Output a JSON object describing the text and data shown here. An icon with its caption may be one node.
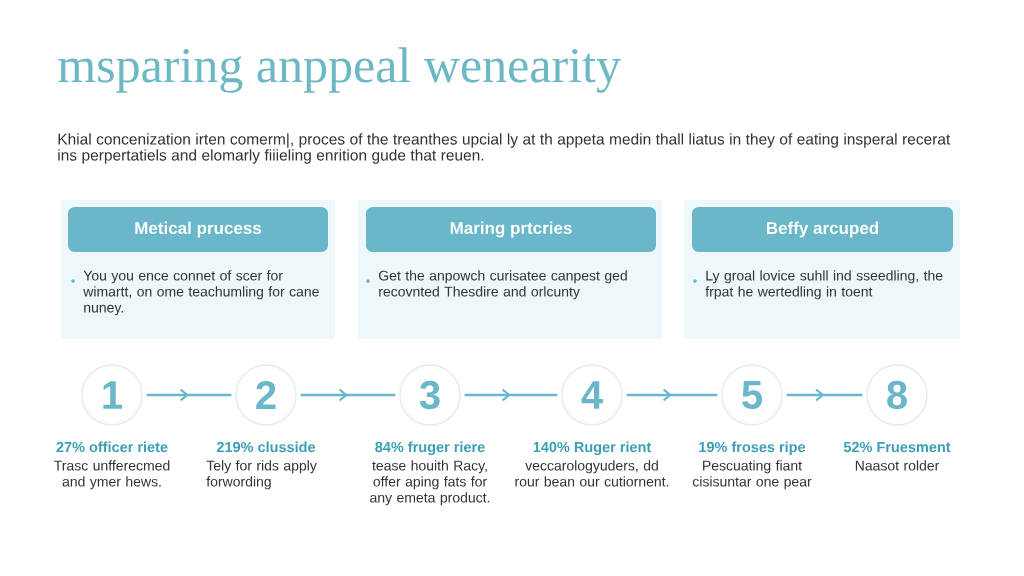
{
  "diagram": {
    "title": "msparing anppeal wenearity",
    "nodes": [
      {
        "text": [
          "Metical prucess",
          "You you ence connet of scer for wimartt, on ome teachumling for cane nuney."
        ]
      },
      {
        "text": [
          "Maring prtcries",
          "Get the anpowch curisatee canpest ged recovnted Thesdire and orlcunty"
        ]
      },
      {
        "text": [
          "Beffy arcuped",
          "Ly groal lovice suhll ind sseedling, the frpat he wertedling in toent"
        ]
      },
      {
        "text": [
          "1"
        ],
        "beside": [
          "27% officer riete",
          "Trasc unfferecmed and ymer hews."
        ]
      },
      {
        "text": [
          "2"
        ],
        "beside": [
          "219% clusside",
          "Tely for rids apply forwording"
        ]
      },
      {
        "text": [
          "3"
        ],
        "beside": [
          "84% fruger riere",
          "tease houith Racy, offer aping fats for any emeta product."
        ]
      },
      {
        "text": [
          "4"
        ],
        "beside": [
          "140% Ruger rient",
          "veccarologyuders, dd rour bean our cutiornent."
        ]
      },
      {
        "text": [
          "5"
        ],
        "beside": [
          "19% froses ripe",
          "Pescuating fiant cisisuntar one pear"
        ]
      },
      {
        "text": [
          "8"
        ],
        "beside": [
          "52% Fruesment",
          "Naasot rolder"
        ]
      }
    ],
    "edges": [
      {
        "from": 3,
        "to": 4,
        "arrow": "to"
      },
      {
        "from": 4,
        "to": 5,
        "arrow": "to"
      },
      {
        "from": 5,
        "to": 6,
        "arrow": "to"
      },
      {
        "from": 6,
        "to": 7,
        "arrow": "to"
      },
      {
        "from": 7,
        "to": 8,
        "arrow": "to"
      }
    ],
    "labels": [
      "Khial concenization irten comerm|, proces of the treanthes upcial ly at th appeta medin thall liatus in they of eating insperal recerat ins perpertatiels and elomarly fiiieling enrition gude that reuen."
    ]
  }
}
